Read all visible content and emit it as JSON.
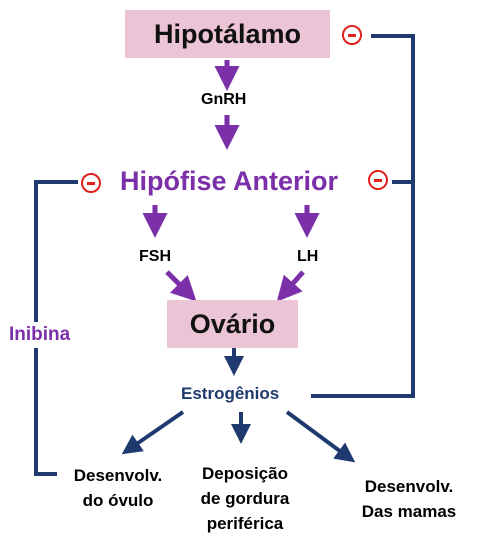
{
  "nodes": {
    "hypothalamus": "Hipotálamo",
    "gnrh": "GnRH",
    "anterior_pituitary": "Hipófise Anterior",
    "fsh": "FSH",
    "lh": "LH",
    "ovary": "Ovário",
    "estrogens": "Estrogênios",
    "inhibin": "Inibina"
  },
  "effects": [
    [
      "Desenvolv.",
      "do óvulo"
    ],
    [
      "Deposição",
      "de gordura",
      "periférica"
    ],
    [
      "Desenvolv.",
      "Das mamas"
    ]
  ],
  "colors": {
    "box_fill": "#ebc4d6",
    "purple": "#7b2fa8",
    "navy": "#1f3a6e",
    "inhibition_red": "#e0211d"
  },
  "icons": [
    "minus-circle-icon"
  ]
}
